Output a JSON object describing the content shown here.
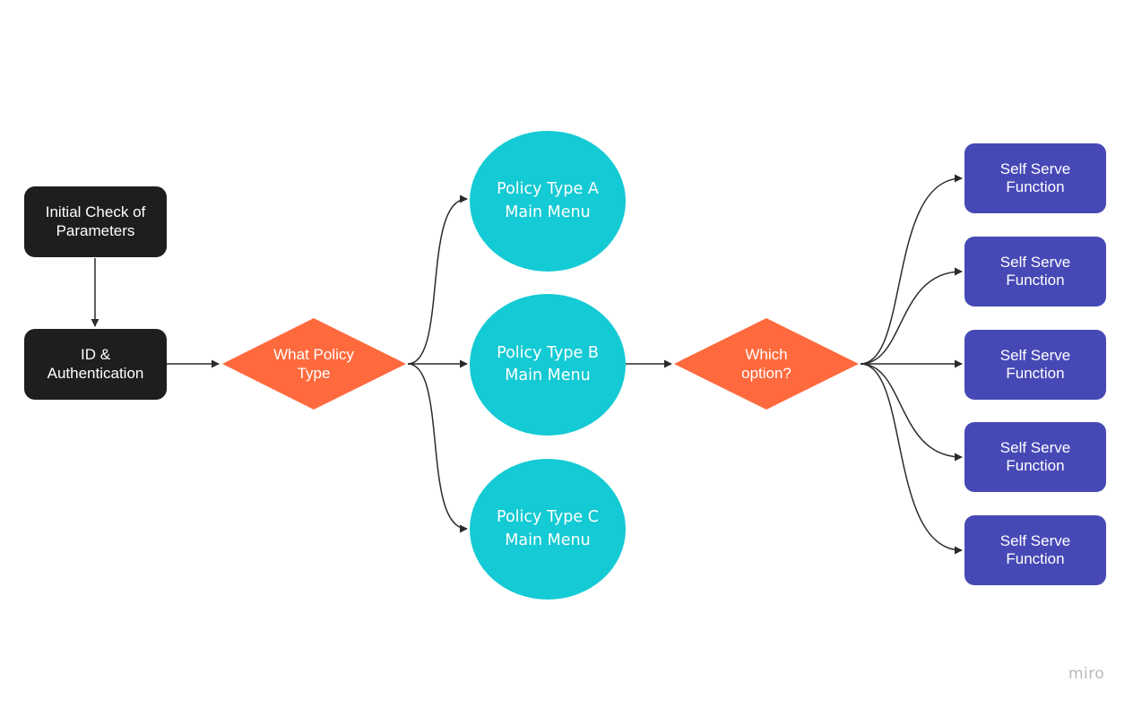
{
  "diagram": {
    "nodes": {
      "initial_check": "Initial Check of Parameters",
      "id_auth": "ID & Authentication",
      "what_policy": "What Policy Type",
      "policy_a": "Policy Type A Main Menu",
      "policy_b": "Policy Type B Main Menu",
      "policy_c": "Policy Type C Main Menu",
      "which_option": "Which option?",
      "self_serve_1": "Self Serve Function",
      "self_serve_2": "Self Serve Function",
      "self_serve_3": "Self Serve Function",
      "self_serve_4": "Self Serve Function",
      "self_serve_5": "Self Serve Function"
    },
    "edges": [
      [
        "initial_check",
        "id_auth"
      ],
      [
        "id_auth",
        "what_policy"
      ],
      [
        "what_policy",
        "policy_a"
      ],
      [
        "what_policy",
        "policy_b"
      ],
      [
        "what_policy",
        "policy_c"
      ],
      [
        "policy_b",
        "which_option"
      ],
      [
        "which_option",
        "self_serve_1"
      ],
      [
        "which_option",
        "self_serve_2"
      ],
      [
        "which_option",
        "self_serve_3"
      ],
      [
        "which_option",
        "self_serve_4"
      ],
      [
        "which_option",
        "self_serve_5"
      ]
    ],
    "colors": {
      "dark_box": "#1e1e1e",
      "decision": "#fe6a3d",
      "menu_circle": "#14cad4",
      "function_box": "#4649b5",
      "connector": "#2b2b2b"
    }
  },
  "watermark": "miro"
}
